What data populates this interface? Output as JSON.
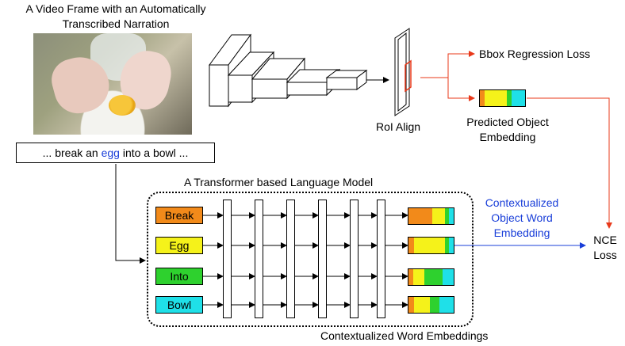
{
  "labels": {
    "video_frame_title_line1": "A Video Frame with an Automatically",
    "video_frame_title_line2": "Transcribed Narration",
    "sentence_prefix": "... break an ",
    "sentence_highlight": "egg",
    "sentence_suffix": " into a bowl ...",
    "roi_align": "RoI Align",
    "bbox_loss": "Bbox Regression Loss",
    "predicted_line1": "Predicted Object",
    "predicted_line2": "Embedding",
    "transformer_title": "A Transformer based Language Model",
    "contextualized_obj_line1": "Contextualized",
    "contextualized_obj_line2": "Object Word",
    "contextualized_obj_line3": "Embedding",
    "nce_line1": "NCE",
    "nce_line2": "Loss",
    "contextualized_word_embeddings": "Contextualized Word Embeddings"
  },
  "words": [
    {
      "label": "Break",
      "color": "#f28a1a"
    },
    {
      "label": "Egg",
      "color": "#f5f21a"
    },
    {
      "label": "Into",
      "color": "#2ed12e"
    },
    {
      "label": "Bowl",
      "color": "#1fe0e8"
    }
  ],
  "colors": {
    "orange": "#f28a1a",
    "yellow": "#f5f21a",
    "green": "#2ed12e",
    "cyan": "#1fe0e8",
    "red_arrow": "#e8391a",
    "blue_arrow": "#1a3fd9"
  },
  "embeddings": [
    {
      "segments": [
        {
          "color": "#f28a1a",
          "frac": 0.52
        },
        {
          "color": "#f5f21a",
          "frac": 0.28
        },
        {
          "color": "#2ed12e",
          "frac": 0.1
        },
        {
          "color": "#1fe0e8",
          "frac": 0.1
        }
      ]
    },
    {
      "segments": [
        {
          "color": "#f28a1a",
          "frac": 0.12
        },
        {
          "color": "#f5f21a",
          "frac": 0.68
        },
        {
          "color": "#2ed12e",
          "frac": 0.1
        },
        {
          "color": "#1fe0e8",
          "frac": 0.1
        }
      ]
    },
    {
      "segments": [
        {
          "color": "#f28a1a",
          "frac": 0.1
        },
        {
          "color": "#f5f21a",
          "frac": 0.25
        },
        {
          "color": "#2ed12e",
          "frac": 0.4
        },
        {
          "color": "#1fe0e8",
          "frac": 0.25
        }
      ]
    },
    {
      "segments": [
        {
          "color": "#f28a1a",
          "frac": 0.12
        },
        {
          "color": "#f5f21a",
          "frac": 0.36
        },
        {
          "color": "#2ed12e",
          "frac": 0.2
        },
        {
          "color": "#1fe0e8",
          "frac": 0.32
        }
      ]
    }
  ],
  "predicted_embedding": {
    "segments": [
      {
        "color": "#f28a1a",
        "frac": 0.1
      },
      {
        "color": "#f5f21a",
        "frac": 0.5
      },
      {
        "color": "#2ed12e",
        "frac": 0.1
      },
      {
        "color": "#1fe0e8",
        "frac": 0.3
      }
    ]
  }
}
